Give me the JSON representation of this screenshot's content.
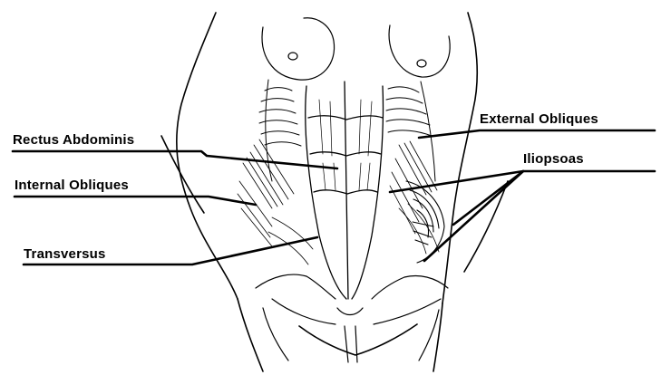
{
  "labels": {
    "rectus_abdominis": "Rectus Abdominis",
    "internal_obliques": "Internal Obliques",
    "transversus": "Transversus",
    "external_obliques": "External Obliques",
    "iliopsoas": "Iliopsoas"
  },
  "colors": {
    "ink": "#000000",
    "background": "#ffffff"
  }
}
